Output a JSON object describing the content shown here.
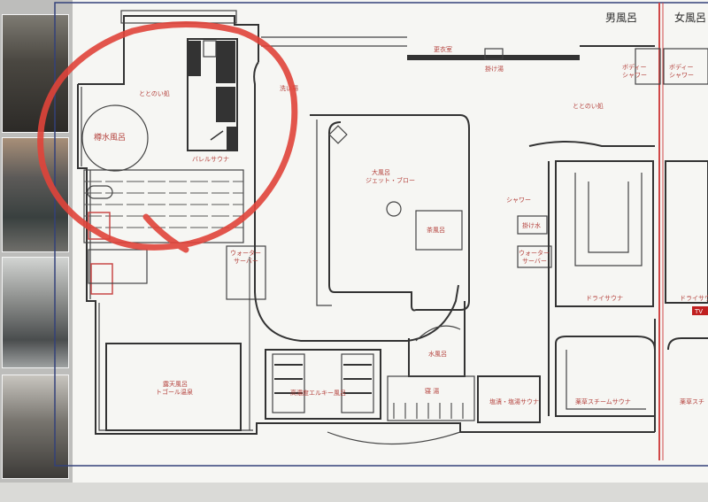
{
  "sections": {
    "mens_bath": "男風呂",
    "womens_bath": "女風呂"
  },
  "rooms": {
    "totonoi_left": "ととのい処",
    "barrel_cold_bath": "樽水風呂",
    "barrel_sauna": "バレルサウナ",
    "washing_area": "洗い場",
    "changing_room": "更衣室",
    "kakeyu": "掛け湯",
    "body_shower_men": "ボディー\nシャワー",
    "body_shower_women": "ボディー\nシャワー",
    "totonoi_right": "ととのい処",
    "main_bath": "大風呂\nジェット・ブロー",
    "tea_bath": "茶風呂",
    "shower": "シャワー",
    "kakemizu": "掛け水",
    "water_server_right": "ウォーター\nサーバー",
    "water_server_left": "ウォーター\nサーバー",
    "dry_sauna": "ドライサウナ",
    "dry_sauna_women": "ドライサウ",
    "water_bath": "水風呂",
    "salt_steam_sauna": "塩漬・塩湯サウナ",
    "herbal_steam_sauna": "薬草スチームサウナ",
    "herbal_steam_women": "薬草スチ",
    "outdoor_tourmaline": "露天風呂\nトゴール温泉",
    "energy_bath": "高濃度エルキー風呂",
    "nanyu": "寝 湯",
    "mark_tv": "TV"
  },
  "colors": {
    "label_red": "#b4413c",
    "highlight_circle": "#e0443a",
    "wall": "#333333",
    "divider": "#d04848",
    "frame_blue": "#33417a"
  },
  "photos": [
    {
      "name": "lounge-photo"
    },
    {
      "name": "bath-photo"
    },
    {
      "name": "outdoor-photo"
    },
    {
      "name": "locker-photo"
    }
  ]
}
